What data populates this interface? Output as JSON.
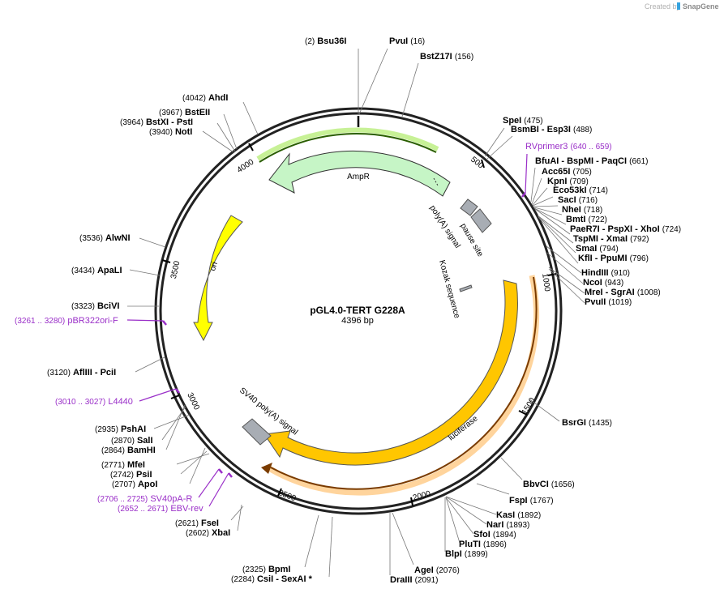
{
  "plasmid": {
    "name": "pGL4.0-TERT G228A",
    "size_label": "4396 bp"
  },
  "branding": {
    "created_by": "Created by",
    "product": "SnapGene"
  },
  "ticks": [
    "500",
    "1000",
    "1500",
    "2000",
    "2500",
    "3000",
    "3500",
    "4000"
  ],
  "features": [
    {
      "label": "AmpR",
      "color": "#c6f5c6"
    },
    {
      "label": "ori",
      "color": "#ffff00"
    },
    {
      "label": "luciferase",
      "color": "#ffc600"
    },
    {
      "label": "SV40 poly(A) signal",
      "color": "#a8adb4"
    },
    {
      "label": "poly(A) signal",
      "color": "#a8adb4"
    },
    {
      "label": "pause site",
      "color": "#a8adb4"
    },
    {
      "label": "Kozak sequence",
      "color": "#a8adb4"
    }
  ],
  "labels": [
    {
      "pos": "(2)",
      "parts": [
        "Bsu36I"
      ]
    },
    {
      "parts": [
        "PvuI"
      ],
      "pos": "(16)"
    },
    {
      "parts": [
        "BstZ17I"
      ],
      "pos": "(156)"
    },
    {
      "parts": [
        "SpeI"
      ],
      "pos": "(475)"
    },
    {
      "parts": [
        "BsmBI",
        " - Esp3I"
      ],
      "pos": "(488)"
    },
    {
      "parts": [
        "RVprimer3"
      ],
      "pos": "(640 .. 659)",
      "primer": true
    },
    {
      "parts": [
        "BfuAI",
        " - BspMI",
        " - PaqCI"
      ],
      "pos": "(661)"
    },
    {
      "parts": [
        "Acc65I"
      ],
      "pos": "(705)"
    },
    {
      "parts": [
        "KpnI"
      ],
      "pos": "(709)"
    },
    {
      "parts": [
        "Eco53kI"
      ],
      "pos": "(714)"
    },
    {
      "parts": [
        "SacI"
      ],
      "pos": "(716)"
    },
    {
      "parts": [
        "NheI"
      ],
      "pos": "(718)"
    },
    {
      "parts": [
        "BmtI"
      ],
      "pos": "(722)"
    },
    {
      "parts": [
        "PaeR7I",
        " - PspXI",
        " - XhoI"
      ],
      "pos": "(724)"
    },
    {
      "parts": [
        "TspMI",
        " - XmaI"
      ],
      "pos": "(792)"
    },
    {
      "parts": [
        "SmaI"
      ],
      "pos": "(794)"
    },
    {
      "parts": [
        "KflI",
        " - PpuMI"
      ],
      "pos": "(796)"
    },
    {
      "parts": [
        "HindIII"
      ],
      "pos": "(910)"
    },
    {
      "parts": [
        "NcoI"
      ],
      "pos": "(943)"
    },
    {
      "parts": [
        "MreI",
        " - SgrAI"
      ],
      "pos": "(1008)"
    },
    {
      "parts": [
        "PvuII"
      ],
      "pos": "(1019)"
    },
    {
      "parts": [
        "BsrGI"
      ],
      "pos": "(1435)"
    },
    {
      "parts": [
        "BbvCI"
      ],
      "pos": "(1656)"
    },
    {
      "parts": [
        "FspI"
      ],
      "pos": "(1767)"
    },
    {
      "parts": [
        "KasI"
      ],
      "pos": "(1892)"
    },
    {
      "parts": [
        "NarI"
      ],
      "pos": "(1893)"
    },
    {
      "parts": [
        "SfoI"
      ],
      "pos": "(1894)"
    },
    {
      "parts": [
        "PluTI"
      ],
      "pos": "(1896)"
    },
    {
      "parts": [
        "BlpI"
      ],
      "pos": "(1899)"
    },
    {
      "parts": [
        "AgeI"
      ],
      "pos": "(2076)"
    },
    {
      "parts": [
        "DraIII"
      ],
      "pos": "(2091)"
    },
    {
      "pos": "(2325)",
      "parts": [
        "BpmI"
      ]
    },
    {
      "pos": "(2284)",
      "parts": [
        "CsiI",
        " - SexAI",
        " *"
      ]
    },
    {
      "pos": "(2621)",
      "parts": [
        "FseI"
      ]
    },
    {
      "pos": "(2602)",
      "parts": [
        "XbaI"
      ]
    },
    {
      "pos": "(2706 .. 2725)",
      "parts": [
        "SV40pA-R"
      ],
      "primer": true
    },
    {
      "pos": "(2652 .. 2671)",
      "parts": [
        "EBV-rev"
      ],
      "primer": true
    },
    {
      "pos": "(2771)",
      "parts": [
        "MfeI"
      ]
    },
    {
      "pos": "(2742)",
      "parts": [
        "PsiI"
      ]
    },
    {
      "pos": "(2707)",
      "parts": [
        "ApoI"
      ]
    },
    {
      "pos": "(2935)",
      "parts": [
        "PshAI"
      ]
    },
    {
      "pos": "(2870)",
      "parts": [
        "SalI"
      ]
    },
    {
      "pos": "(2864)",
      "parts": [
        "BamHI"
      ]
    },
    {
      "pos": "(3010 .. 3027)",
      "parts": [
        "L4440"
      ],
      "primer": true
    },
    {
      "pos": "(3120)",
      "parts": [
        "AflIII",
        " - PciI"
      ]
    },
    {
      "pos": "(3261 .. 3280)",
      "parts": [
        "pBR322ori-F"
      ],
      "primer": true
    },
    {
      "pos": "(3323)",
      "parts": [
        "BciVI"
      ]
    },
    {
      "pos": "(3434)",
      "parts": [
        "ApaLI"
      ]
    },
    {
      "pos": "(3536)",
      "parts": [
        "AlwNI"
      ]
    },
    {
      "pos": "(4042)",
      "parts": [
        "AhdI"
      ]
    },
    {
      "pos": "(3967)",
      "parts": [
        "BstEII"
      ]
    },
    {
      "pos": "(3964)",
      "parts": [
        "BstXI",
        " - PstI"
      ]
    },
    {
      "pos": "(3940)",
      "parts": [
        "NotI"
      ]
    }
  ]
}
